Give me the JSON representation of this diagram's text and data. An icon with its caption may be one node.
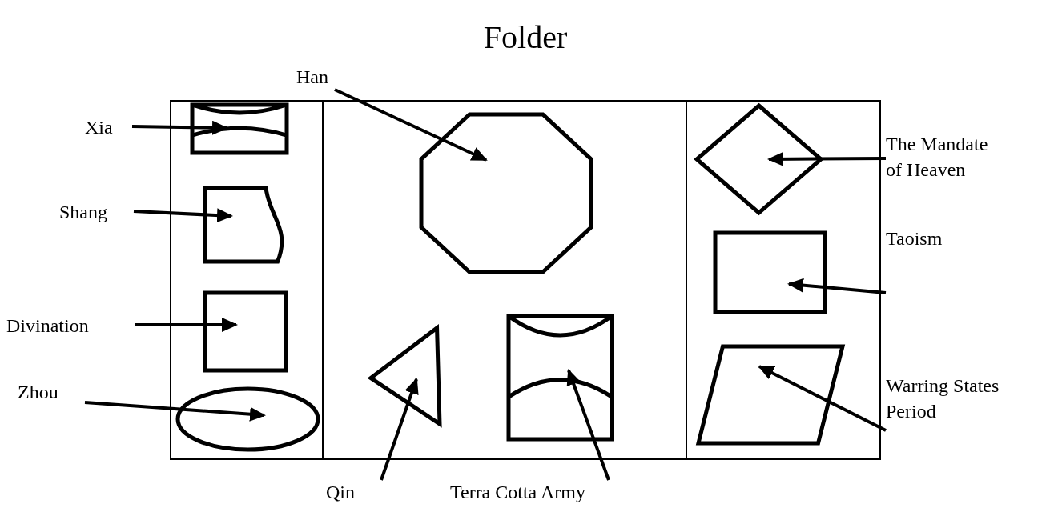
{
  "diagram": {
    "nodes": [
      {
        "text": [
          "Folder"
        ]
      },
      {
        "text": [],
        "shape": "box",
        "in": 0
      },
      {
        "text": [],
        "shape": "box",
        "in": 0
      },
      {
        "text": [],
        "shape": "box",
        "in": 0
      },
      {
        "text": [],
        "shape": "cylinder",
        "in": 1
      },
      {
        "text": [],
        "shape": "tape",
        "in": 1
      },
      {
        "text": [],
        "shape": "box",
        "in": 1
      },
      {
        "text": [],
        "shape": "ellipse",
        "in": 1
      },
      {
        "text": [],
        "shape": "octagon",
        "in": 2
      },
      {
        "text": [],
        "shape": "triangle",
        "in": 2
      },
      {
        "text": [],
        "shape": "cylinder",
        "in": 2
      },
      {
        "text": [],
        "shape": "diamond",
        "in": 3
      },
      {
        "text": [],
        "shape": "box",
        "in": 3
      },
      {
        "text": [],
        "shape": "parallelogram",
        "in": 3
      },
      {
        "text": [
          "Xia"
        ]
      },
      {
        "text": [
          "Shang"
        ]
      },
      {
        "text": [
          "Divination"
        ]
      },
      {
        "text": [
          "Zhou"
        ]
      },
      {
        "text": [
          "Han"
        ]
      },
      {
        "text": [
          "Qin"
        ]
      },
      {
        "text": [
          "Terra Cotta Army"
        ]
      },
      {
        "text": [
          "The Mandate of Heaven"
        ]
      },
      {
        "text": [
          "Taoism"
        ]
      },
      {
        "text": [
          "Warring States Period"
        ]
      }
    ],
    "edges": [
      {
        "from": 14,
        "to": 4,
        "arrow": "to"
      },
      {
        "from": 15,
        "to": 5,
        "arrow": "to"
      },
      {
        "from": 16,
        "to": 6,
        "arrow": "to"
      },
      {
        "from": 17,
        "to": 7,
        "arrow": "to"
      },
      {
        "from": 18,
        "to": 8,
        "arrow": "to"
      },
      {
        "from": 19,
        "to": 9,
        "arrow": "to"
      },
      {
        "from": 20,
        "to": 10,
        "arrow": "to"
      },
      {
        "from": 21,
        "to": 11,
        "arrow": "to"
      },
      {
        "from": 22,
        "to": 12,
        "arrow": "to"
      },
      {
        "from": 23,
        "to": 13,
        "arrow": "to"
      }
    ]
  }
}
